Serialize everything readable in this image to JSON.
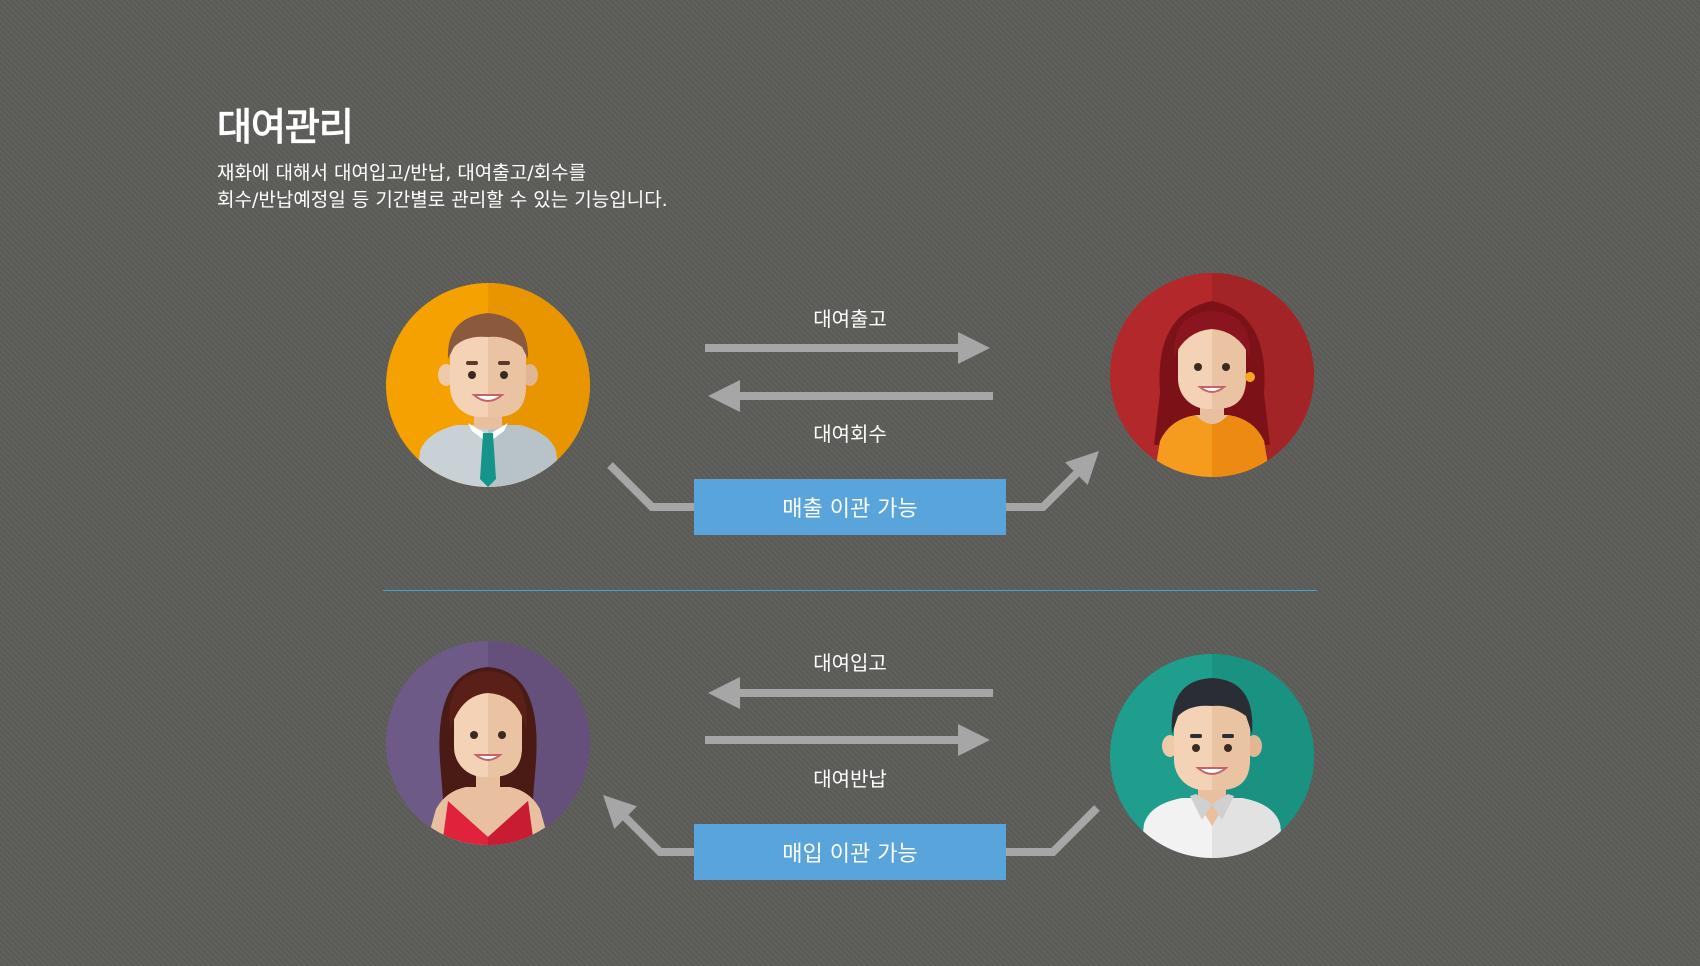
{
  "header": {
    "title": "대여관리",
    "description_line1": "재화에 대해서 대여입고/반납, 대여출고/회수를",
    "description_line2": "회수/반납예정일 등 기간별로 관리할 수 있는 기능입니다."
  },
  "top_flow": {
    "label_out": "대여출고",
    "label_back": "대여회수",
    "transfer_box": "매출 이관 가능"
  },
  "bottom_flow": {
    "label_in": "대여입고",
    "label_return": "대여반납",
    "transfer_box": "매입 이관 가능"
  },
  "colors": {
    "arrow": "#a6a6a6",
    "box": "#5aa4dc",
    "divider": "#4a9fd8",
    "avatar_orange": "#f5a100",
    "avatar_red": "#b3282b",
    "avatar_purple": "#6e5a86",
    "avatar_teal": "#1f9e8e"
  },
  "icons": {
    "top_left": "man-tie-avatar-icon",
    "top_right": "woman-redhair-avatar-icon",
    "bottom_left": "woman-red-dress-avatar-icon",
    "bottom_right": "man-white-shirt-avatar-icon"
  }
}
